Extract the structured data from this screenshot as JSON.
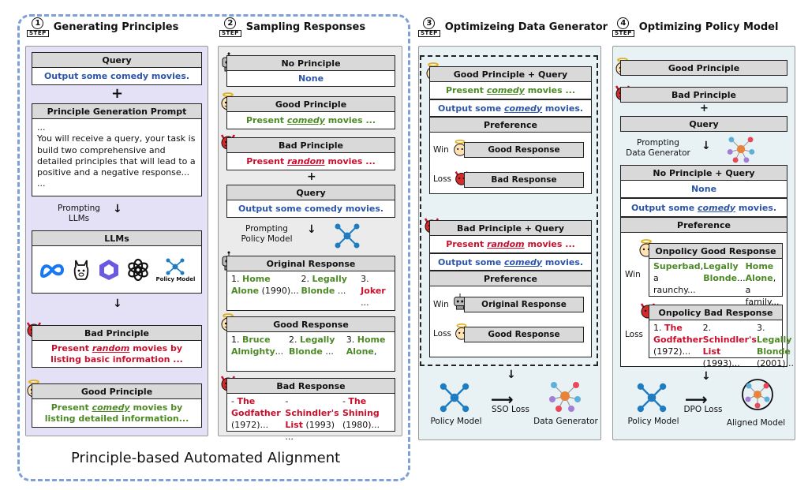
{
  "steps": {
    "s1": {
      "num": "1",
      "tag": "STEP",
      "title": "Generating Principles"
    },
    "s2": {
      "num": "2",
      "tag": "STEP",
      "title": "Sampling Responses"
    },
    "s3": {
      "num": "3",
      "tag": "STEP",
      "title": "Optimizeing Data Generator"
    },
    "s4": {
      "num": "4",
      "tag": "STEP",
      "title": "Optimizing Policy Model"
    }
  },
  "col1": {
    "query_hdr": "Query",
    "query_text": "Output some comedy movies.",
    "plus": "+",
    "pgp_hdr": "Principle Generation Prompt",
    "pgp_text": "...\nYou will receive a query, your task is build two comprehensive and detailed principles that will lead to a positive and a negative response...\n...",
    "prompting": "Prompting\nLLMs",
    "llms_hdr": "LLMs",
    "policy_label": "Policy Model",
    "bad_hdr": "Bad Principle",
    "bad_pre": "Present ",
    "bad_em": "random",
    "bad_post": " movies by listing basic information ...",
    "good_hdr": "Good Principle",
    "good_pre": "Present ",
    "good_em": "comedy",
    "good_post": " movies by listing detailed information..."
  },
  "col2": {
    "none_hdr": "No Principle",
    "none_text": "None",
    "good_hdr": "Good Principle",
    "good_pre": "Present ",
    "good_em": "comedy",
    "good_post": " movies ...",
    "bad_hdr": "Bad Principle",
    "bad_pre": "Present ",
    "bad_em": "random",
    "bad_post": " movies ...",
    "plus": "+",
    "query_hdr": "Query",
    "query_text": "Output some comedy movies.",
    "prompting": "Prompting\nPolicy Model",
    "orig_hdr": "Original Response",
    "orig_items": [
      {
        "n": "1. ",
        "t": "Home Alone",
        "y": " (1990)..."
      },
      {
        "n": "2. ",
        "t": "Legally Blonde",
        "y": " ..."
      },
      {
        "n": "3. ",
        "t": "Joker",
        "y": " ..."
      }
    ],
    "goodr_hdr": "Good Response",
    "goodr_items": [
      {
        "n": "1. ",
        "t": "Bruce Almighty",
        "y": "..."
      },
      {
        "n": "2. ",
        "t": "Legally Blonde",
        "y": " ..."
      },
      {
        "n": "3. ",
        "t": "Home Alone",
        "y": ","
      }
    ],
    "badr_hdr": "Bad Response",
    "badr_items": [
      {
        "n": "- ",
        "t": "The Godfather",
        "y": " (1972)..."
      },
      {
        "n": "- ",
        "t": "Schindler's List",
        "y": " (1993) ..."
      },
      {
        "n": "- ",
        "t": "The Shining",
        "y": " (1980)..."
      }
    ]
  },
  "col3": {
    "gpq_hdr": "Good Principle + Query",
    "gp_pre": "Present ",
    "gp_em": "comedy",
    "gp_post": " movies ...",
    "q_pre": "Output some ",
    "q_em": "comedy",
    "q_post": " movies.",
    "pref": "Preference",
    "win": "Win",
    "loss": "Loss",
    "good_resp": "Good Response",
    "bad_resp": "Bad Response",
    "bpq_hdr": "Bad Principle + Query",
    "bp_pre": "Present ",
    "bp_em": "random",
    "bp_post": " movies ...",
    "orig_resp": "Original Response",
    "good_resp2": "Good Response",
    "policy": "Policy Model",
    "loss_name": "SSO Loss",
    "generator": "Data Generator"
  },
  "col4": {
    "good_p": "Good Principle",
    "bad_p": "Bad Principle",
    "plus": "+",
    "query": "Query",
    "prompting": "Prompting\nData Generator",
    "npq_hdr": "No Principle + Query",
    "none": "None",
    "q_pre": "Output some ",
    "q_em": "comedy",
    "q_post": " movies.",
    "pref": "Preference",
    "win": "Win",
    "loss": "Loss",
    "ogr_hdr": "Onpolicy Good Response",
    "ogr_lines": [
      {
        "t": "Superbad",
        "y": ", a raunchy..."
      },
      {
        "t": "Legally Blonde",
        "y": "..."
      },
      {
        "t": "Home Alone",
        "y": ", a family..."
      }
    ],
    "obr_hdr": "Onpolicy Bad Response",
    "obr_lines": [
      {
        "n": "1. ",
        "t": "The Godfather",
        "y": " (1972)..."
      },
      {
        "n": "2. ",
        "t": "Schindler's List",
        "y": " (1993)..."
      },
      {
        "n": "3. ",
        "t": "Legally Blonde",
        "y": " (2001)..."
      }
    ],
    "policy": "Policy Model",
    "loss_name": "DPO Loss",
    "aligned": "Aligned Model"
  },
  "footer": "Principle-based Automated Alignment",
  "colors": {
    "blue": "#2c55a8",
    "green": "#4d8a27",
    "red": "#c8102e",
    "purple_bg": "#e4e0f5",
    "grey_bg": "#ebebeb",
    "cyan_bg": "#e8f1f4",
    "dash": "#7f9fd9"
  }
}
